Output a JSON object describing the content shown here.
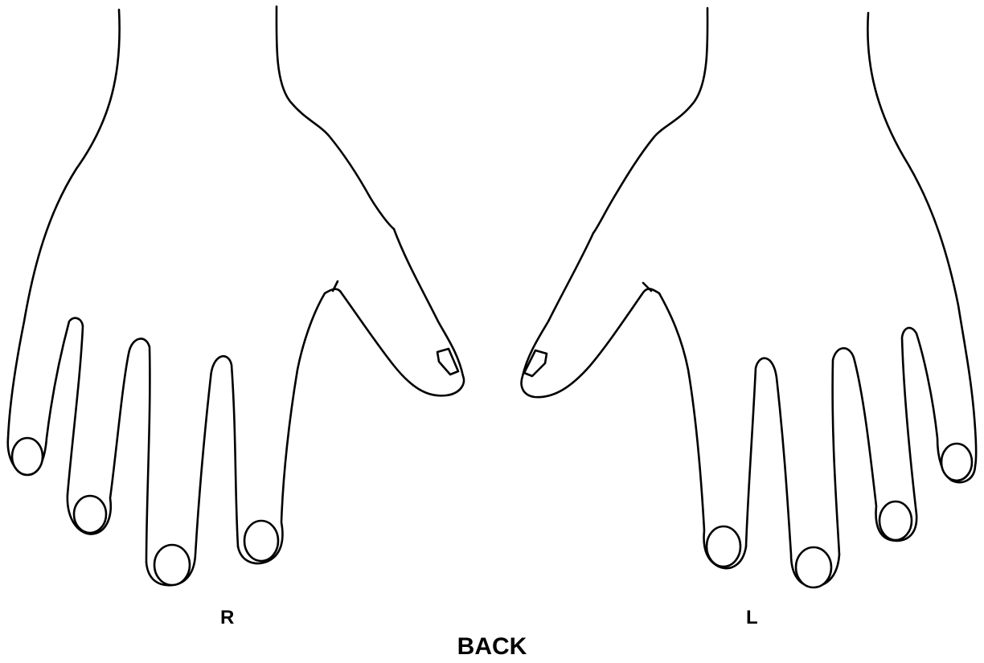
{
  "labels": {
    "right_hand": "R",
    "left_hand": "L",
    "view": "BACK"
  },
  "colors": {
    "stroke": "#000000",
    "background": "#ffffff"
  }
}
